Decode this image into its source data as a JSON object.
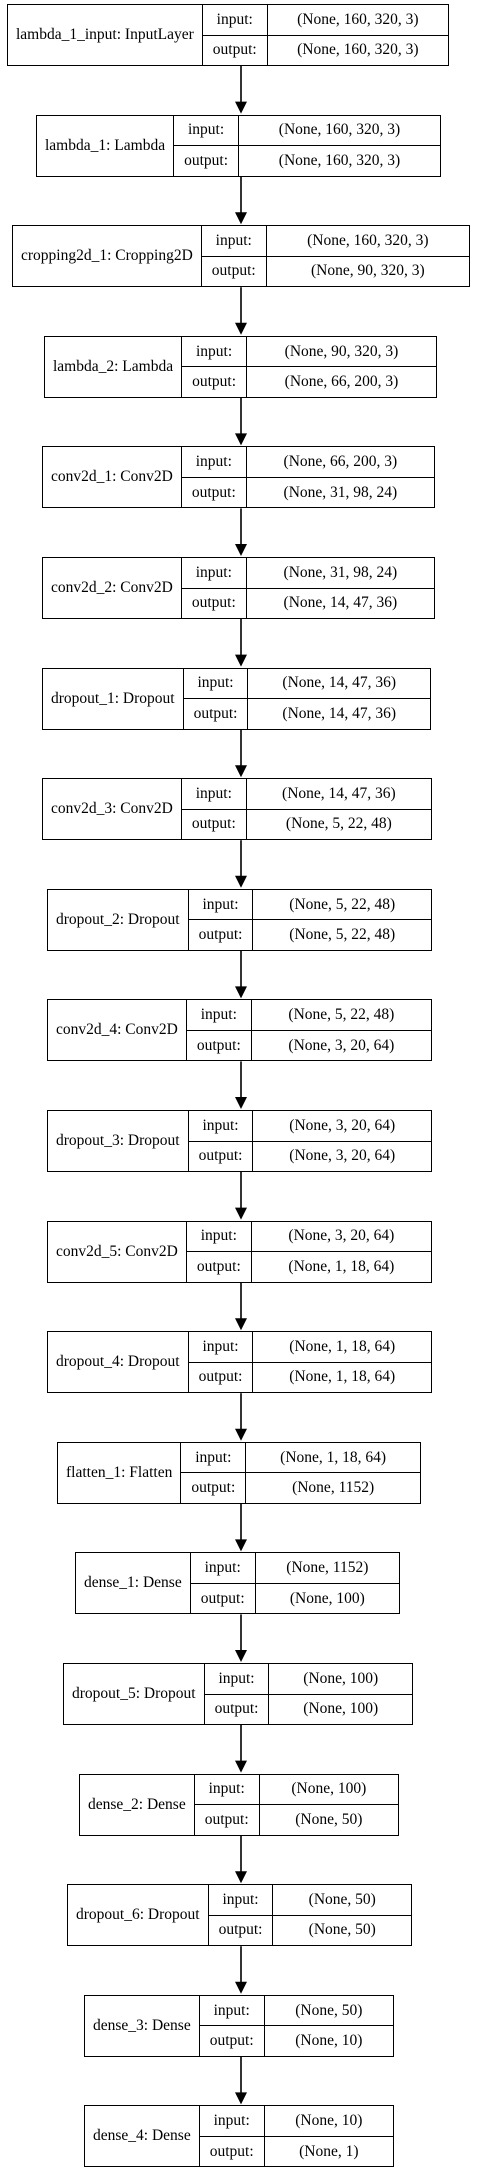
{
  "io_labels": {
    "input": "input:",
    "output": "output:"
  },
  "layers": [
    {
      "name": "lambda_1_input: InputLayer",
      "input": "(None, 160, 320, 3)",
      "output": "(None, 160, 320, 3)"
    },
    {
      "name": "lambda_1: Lambda",
      "input": "(None, 160, 320, 3)",
      "output": "(None, 160, 320, 3)"
    },
    {
      "name": "cropping2d_1: Cropping2D",
      "input": "(None, 160, 320, 3)",
      "output": "(None, 90, 320, 3)"
    },
    {
      "name": "lambda_2: Lambda",
      "input": "(None, 90, 320, 3)",
      "output": "(None, 66, 200, 3)"
    },
    {
      "name": "conv2d_1: Conv2D",
      "input": "(None, 66, 200, 3)",
      "output": "(None, 31, 98, 24)"
    },
    {
      "name": "conv2d_2: Conv2D",
      "input": "(None, 31, 98, 24)",
      "output": "(None, 14, 47, 36)"
    },
    {
      "name": "dropout_1: Dropout",
      "input": "(None, 14, 47, 36)",
      "output": "(None, 14, 47, 36)"
    },
    {
      "name": "conv2d_3: Conv2D",
      "input": "(None, 14, 47, 36)",
      "output": "(None, 5, 22, 48)"
    },
    {
      "name": "dropout_2: Dropout",
      "input": "(None, 5, 22, 48)",
      "output": "(None, 5, 22, 48)"
    },
    {
      "name": "conv2d_4: Conv2D",
      "input": "(None, 5, 22, 48)",
      "output": "(None, 3, 20, 64)"
    },
    {
      "name": "dropout_3: Dropout",
      "input": "(None, 3, 20, 64)",
      "output": "(None, 3, 20, 64)"
    },
    {
      "name": "conv2d_5: Conv2D",
      "input": "(None, 3, 20, 64)",
      "output": "(None, 1, 18, 64)"
    },
    {
      "name": "dropout_4: Dropout",
      "input": "(None, 1, 18, 64)",
      "output": "(None, 1, 18, 64)"
    },
    {
      "name": "flatten_1: Flatten",
      "input": "(None, 1, 18, 64)",
      "output": "(None, 1152)"
    },
    {
      "name": "dense_1: Dense",
      "input": "(None, 1152)",
      "output": "(None, 100)"
    },
    {
      "name": "dropout_5: Dropout",
      "input": "(None, 100)",
      "output": "(None, 100)"
    },
    {
      "name": "dense_2: Dense",
      "input": "(None, 100)",
      "output": "(None, 50)"
    },
    {
      "name": "dropout_6: Dropout",
      "input": "(None, 50)",
      "output": "(None, 50)"
    },
    {
      "name": "dense_3: Dense",
      "input": "(None, 50)",
      "output": "(None, 10)"
    },
    {
      "name": "dense_4: Dense",
      "input": "(None, 10)",
      "output": "(None, 1)"
    }
  ]
}
